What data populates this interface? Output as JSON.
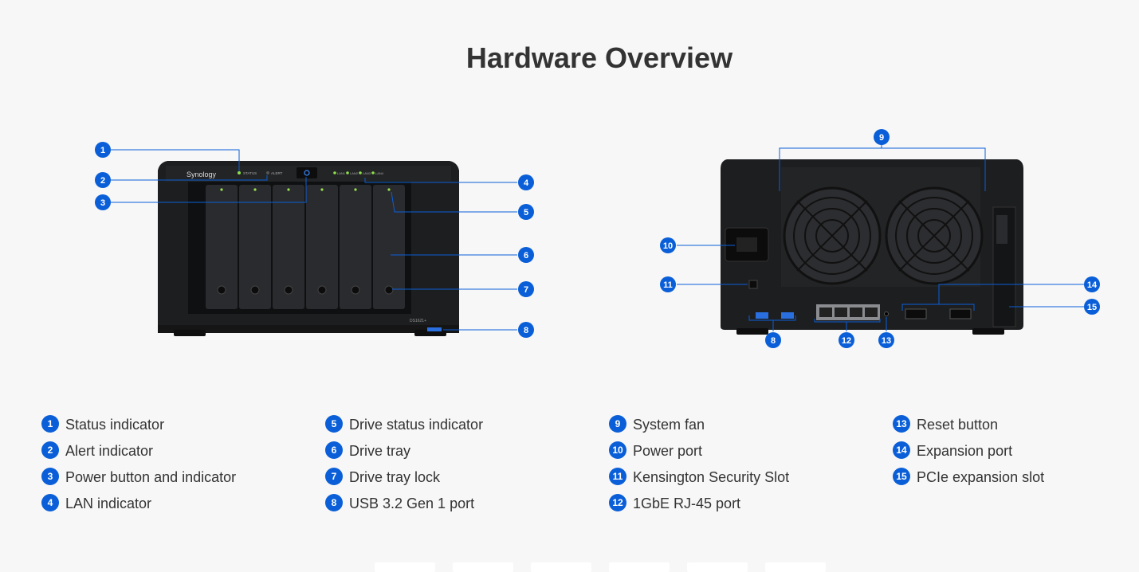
{
  "page": {
    "title": "Hardware Overview"
  },
  "front": {
    "brand": "Synology",
    "model": "DS1621+",
    "status_label": "STATUS",
    "alert_label": "ALERT",
    "lan_labels": [
      "LAN1",
      "LAN2",
      "LAN3",
      "LAN4"
    ],
    "callouts": [
      "1",
      "2",
      "3",
      "4",
      "5",
      "6",
      "7",
      "8"
    ]
  },
  "rear": {
    "callouts": [
      "9",
      "10",
      "11",
      "12",
      "13",
      "14",
      "15",
      "8"
    ]
  },
  "legend": {
    "columns": [
      [
        {
          "num": "1",
          "label": "Status indicator"
        },
        {
          "num": "2",
          "label": "Alert indicator"
        },
        {
          "num": "3",
          "label": "Power button and indicator"
        },
        {
          "num": "4",
          "label": "LAN indicator"
        }
      ],
      [
        {
          "num": "5",
          "label": "Drive status indicator"
        },
        {
          "num": "6",
          "label": "Drive tray"
        },
        {
          "num": "7",
          "label": "Drive tray lock"
        },
        {
          "num": "8",
          "label": "USB 3.2 Gen 1 port"
        }
      ],
      [
        {
          "num": "9",
          "label": "System fan"
        },
        {
          "num": "10",
          "label": "Power port"
        },
        {
          "num": "11",
          "label": "Kensington Security Slot"
        },
        {
          "num": "12",
          "label": "1GbE RJ-45 port"
        }
      ],
      [
        {
          "num": "13",
          "label": "Reset button"
        },
        {
          "num": "14",
          "label": "Expansion port"
        },
        {
          "num": "15",
          "label": "PCIe expansion slot"
        }
      ]
    ]
  },
  "colors": {
    "accent": "#0a5fd8",
    "chassis": "#1d1e20",
    "background": "#f7f7f7"
  }
}
